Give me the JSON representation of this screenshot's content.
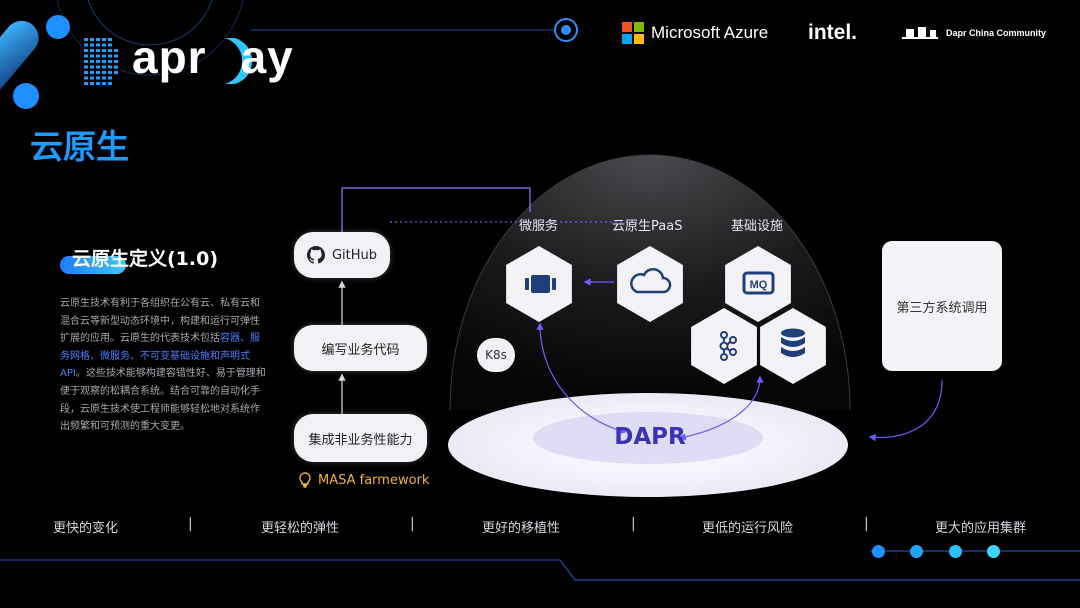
{
  "header": {
    "logo": {
      "part1": "apr",
      "part2": "ay"
    },
    "title": "云原生",
    "sponsors": {
      "azure": "Microsoft Azure",
      "intel": "intel.",
      "community": "Dapr China Community"
    }
  },
  "definition": {
    "title": "云原生定义(1.0)",
    "body_a": "云原生技术有利于各组织在公有云、私有云和混合云等新型动态环境中，构建和运行可弹性扩展的应用。云原生的代表技术包括",
    "body_hl": "容器、服务网格、微服务、不可变基础设施和声明式API",
    "body_b": "。这些技术能够构建容错性好、易于管理和便于观察的松耦合系统。结合可靠的自动化手段，云原生技术使工程师能够轻松地对系统作出频繁和可预测的重大变更。"
  },
  "flow": {
    "github": "GitHub",
    "write_code": "编写业务代码",
    "integrate": "集成非业务性能力",
    "masa": "MASA farmework"
  },
  "dome": {
    "labels": {
      "micro": "微服务",
      "paas": "云原生PaaS",
      "infra": "基础设施"
    },
    "k8s": "K8s",
    "mq": "MQ",
    "dapr": "DAPR"
  },
  "third_party": "第三方系统调用",
  "bottom": [
    "更快的变化",
    "更轻松的弹性",
    "更好的移植性",
    "更低的运行风险",
    "更大的应用集群"
  ],
  "colors": {
    "accent": "#1e9bff",
    "dapr": "#3b32b8",
    "masa": "#f0b23a"
  }
}
